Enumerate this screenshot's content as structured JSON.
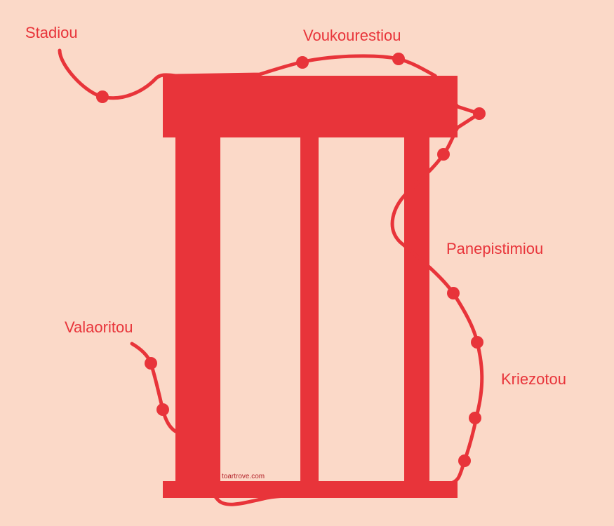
{
  "colors": {
    "background": "#fbd9c8",
    "accent": "#e8343a",
    "credit": "#b3222a"
  },
  "labels": {
    "stadiou": "Stadiou",
    "voukourestiou": "Voukourestiou",
    "panepistimiou": "Panepistimiou",
    "valaoritou": "Valaoritou",
    "kriezotou": "Kriezotou"
  },
  "credit": "toartrove.com"
}
